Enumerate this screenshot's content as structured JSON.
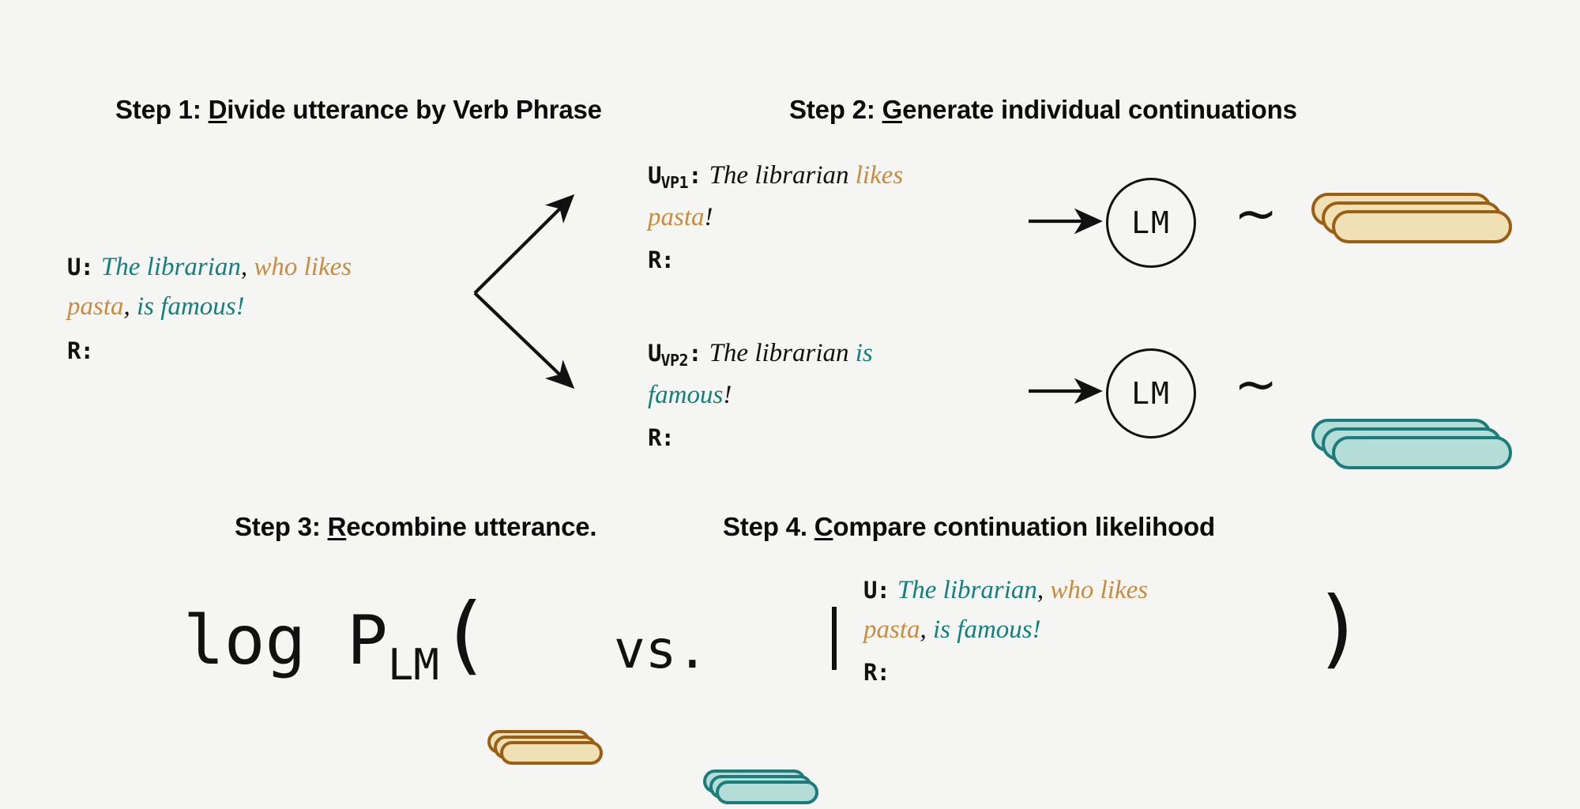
{
  "colors": {
    "background": "#f5f5f3",
    "teal_text": "#14807d",
    "tan_text": "#c98c3c",
    "black_text": "#111111",
    "orange_fill": "#efe0b5",
    "orange_stroke": "#9a5f12",
    "teal_fill": "#b5ddd7",
    "teal_stroke": "#1c7c7c"
  },
  "steps": {
    "step1": {
      "prefix": "Step 1: ",
      "underlined": "D",
      "rest": "ivide utterance by Verb Phrase"
    },
    "step2": {
      "prefix": "Step 2: ",
      "underlined": "G",
      "rest": "enerate individual continuations"
    },
    "step3": {
      "prefix": "Step 3: ",
      "underlined": "R",
      "rest": "ecombine utterance."
    },
    "step4": {
      "prefix": "Step 4. ",
      "underlined": "C",
      "rest": "ompare continuation likelihood"
    }
  },
  "utterance_full": {
    "label": "U:",
    "response_label": "R:",
    "line1": [
      {
        "text": "The librarian",
        "color": "teal"
      },
      {
        "text": ",",
        "color": "black"
      },
      {
        "text": " who likes",
        "color": "tan"
      }
    ],
    "line2": [
      {
        "text": "pasta",
        "color": "tan"
      },
      {
        "text": ",",
        "color": "black"
      },
      {
        "text": " is famous",
        "color": "teal"
      },
      {
        "text": "!",
        "color": "teal"
      }
    ]
  },
  "vp1": {
    "label": "U",
    "subscript": "VP1",
    "colon": ":",
    "response_label": "R:",
    "line1": [
      {
        "text": "The librarian",
        "color": "black"
      },
      {
        "text": " likes",
        "color": "tan"
      }
    ],
    "line2": [
      {
        "text": "pasta",
        "color": "tan"
      },
      {
        "text": "!",
        "color": "black"
      }
    ]
  },
  "vp2": {
    "label": "U",
    "subscript": "VP2",
    "colon": ":",
    "response_label": "R:",
    "line1": [
      {
        "text": "The librarian",
        "color": "black"
      },
      {
        "text": " is",
        "color": "teal"
      }
    ],
    "line2": [
      {
        "text": "famous",
        "color": "teal"
      },
      {
        "text": "!",
        "color": "black"
      }
    ]
  },
  "lm": {
    "label": "LM",
    "sample_symbol": "~"
  },
  "formula": {
    "log": "log",
    "p": "P",
    "p_subscript": "LM",
    "open_paren": "(",
    "vs": "vs.",
    "close_paren": ")",
    "condition_label": "U:",
    "condition_response_label": "R:",
    "condition_line1": [
      {
        "text": "The librarian",
        "color": "teal"
      },
      {
        "text": ",",
        "color": "black"
      },
      {
        "text": " who likes",
        "color": "tan"
      }
    ],
    "condition_line2": [
      {
        "text": "pasta",
        "color": "tan"
      },
      {
        "text": ",",
        "color": "black"
      },
      {
        "text": " is famous",
        "color": "teal"
      },
      {
        "text": "!",
        "color": "teal"
      }
    ]
  },
  "icons": {
    "arrow_right": "arrow-right-icon",
    "branch_up": "branch-arrow-up-icon",
    "branch_down": "branch-arrow-down-icon",
    "capsule_stack_orange": "capsule-stack-orange-icon",
    "capsule_stack_teal": "capsule-stack-teal-icon"
  }
}
